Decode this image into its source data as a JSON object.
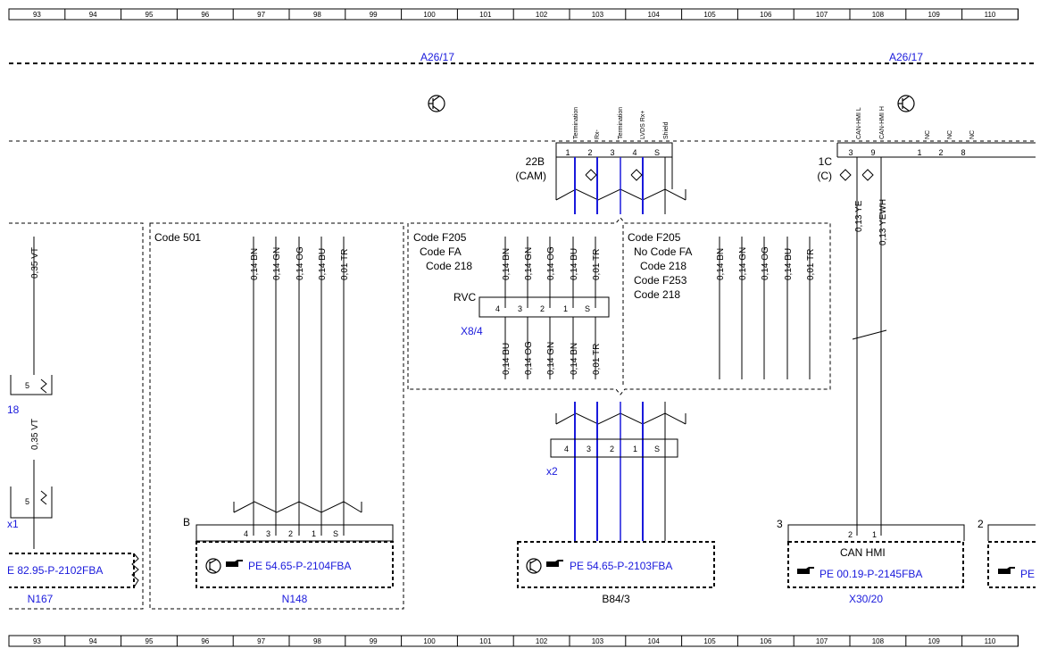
{
  "columns": [
    "93",
    "94",
    "95",
    "96",
    "97",
    "98",
    "99",
    "100",
    "101",
    "102",
    "103",
    "104",
    "105",
    "106",
    "107",
    "108",
    "109",
    "110"
  ],
  "colors": {
    "blue_wire": "#1a1adc",
    "blue_text": "#1a1adc",
    "line": "#000000"
  },
  "labels": {
    "a26_left": "A26/17",
    "a26_right": "A26/17",
    "conn_22b": "22B",
    "conn_22b_sub": "(CAM)",
    "conn_1c": "1C",
    "conn_1c_sub": "(C)",
    "code501": "Code 501",
    "codeF205_a": "Code F205",
    "codeFA_a": "Code FA",
    "code218_a": "Code 218",
    "codeF205_b": "Code F205",
    "nocodeFA": "No Code FA",
    "code218_b": "Code 218",
    "codeF253": "Code F253",
    "code218_c": "Code 218",
    "rvc": "RVC",
    "x84": "X8/4",
    "x2": "x2",
    "ref_18": "18",
    "ref_x1": "x1",
    "num_b": "B",
    "num_3": "3",
    "num_2": "2",
    "can_hmi": "CAN HMI",
    "n167": "N167",
    "n148": "N148",
    "b84": "B84/3",
    "x30": "X30/20",
    "ref_n167": "E 82.95-P-2102FBA",
    "ref_n148": "PE 54.65-P-2104FBA",
    "ref_b84": "PE 54.65-P-2103FBA",
    "ref_x30": "PE 00.19-P-2145FBA",
    "ref_right": "PE"
  },
  "pins_22b": [
    {
      "num": "1",
      "name": "Termination"
    },
    {
      "num": "2",
      "name": "Rx-"
    },
    {
      "num": "3",
      "name": "Termination"
    },
    {
      "num": "4",
      "name": "LVDS Rx+"
    },
    {
      "num": "S",
      "name": "Shield"
    }
  ],
  "pins_1c": [
    {
      "num": "3",
      "name": "CAN-HMI L"
    },
    {
      "num": "9",
      "name": "CAN-HMI H"
    },
    {
      "num": "1",
      "name": "NC"
    },
    {
      "num": "2",
      "name": "NC"
    },
    {
      "num": "8",
      "name": "NC"
    }
  ],
  "wires": {
    "vt_top": "0,35 VT",
    "vt_bottom": "0,35 VT",
    "n148": [
      "0,14 BN",
      "0,14 GN",
      "0,14 OG",
      "0,14 BU",
      "0,01 TR"
    ],
    "f205_top": [
      "0,14 BN",
      "0,14 GN",
      "0,14 OG",
      "0,14 BU",
      "0,01 TR"
    ],
    "f205_bottom": [
      "0,14 BU",
      "0,14 OG",
      "0,14 GN",
      "0,14 BN",
      "0,01 TR"
    ],
    "nofa": [
      "0,14 BN",
      "0,14 GN",
      "0,14 OG",
      "0,14 BU",
      "0,01 TR"
    ],
    "can": [
      "0,13 YE",
      "0,13 YEWH"
    ]
  },
  "pin_nums": {
    "x84": [
      "4",
      "3",
      "2",
      "1",
      "S"
    ],
    "x2": [
      "4",
      "3",
      "2",
      "1",
      "S"
    ],
    "n148": [
      "4",
      "3",
      "2",
      "1",
      "S"
    ],
    "x30": [
      "2",
      "1"
    ],
    "n167": "5",
    "n167b": "5"
  }
}
